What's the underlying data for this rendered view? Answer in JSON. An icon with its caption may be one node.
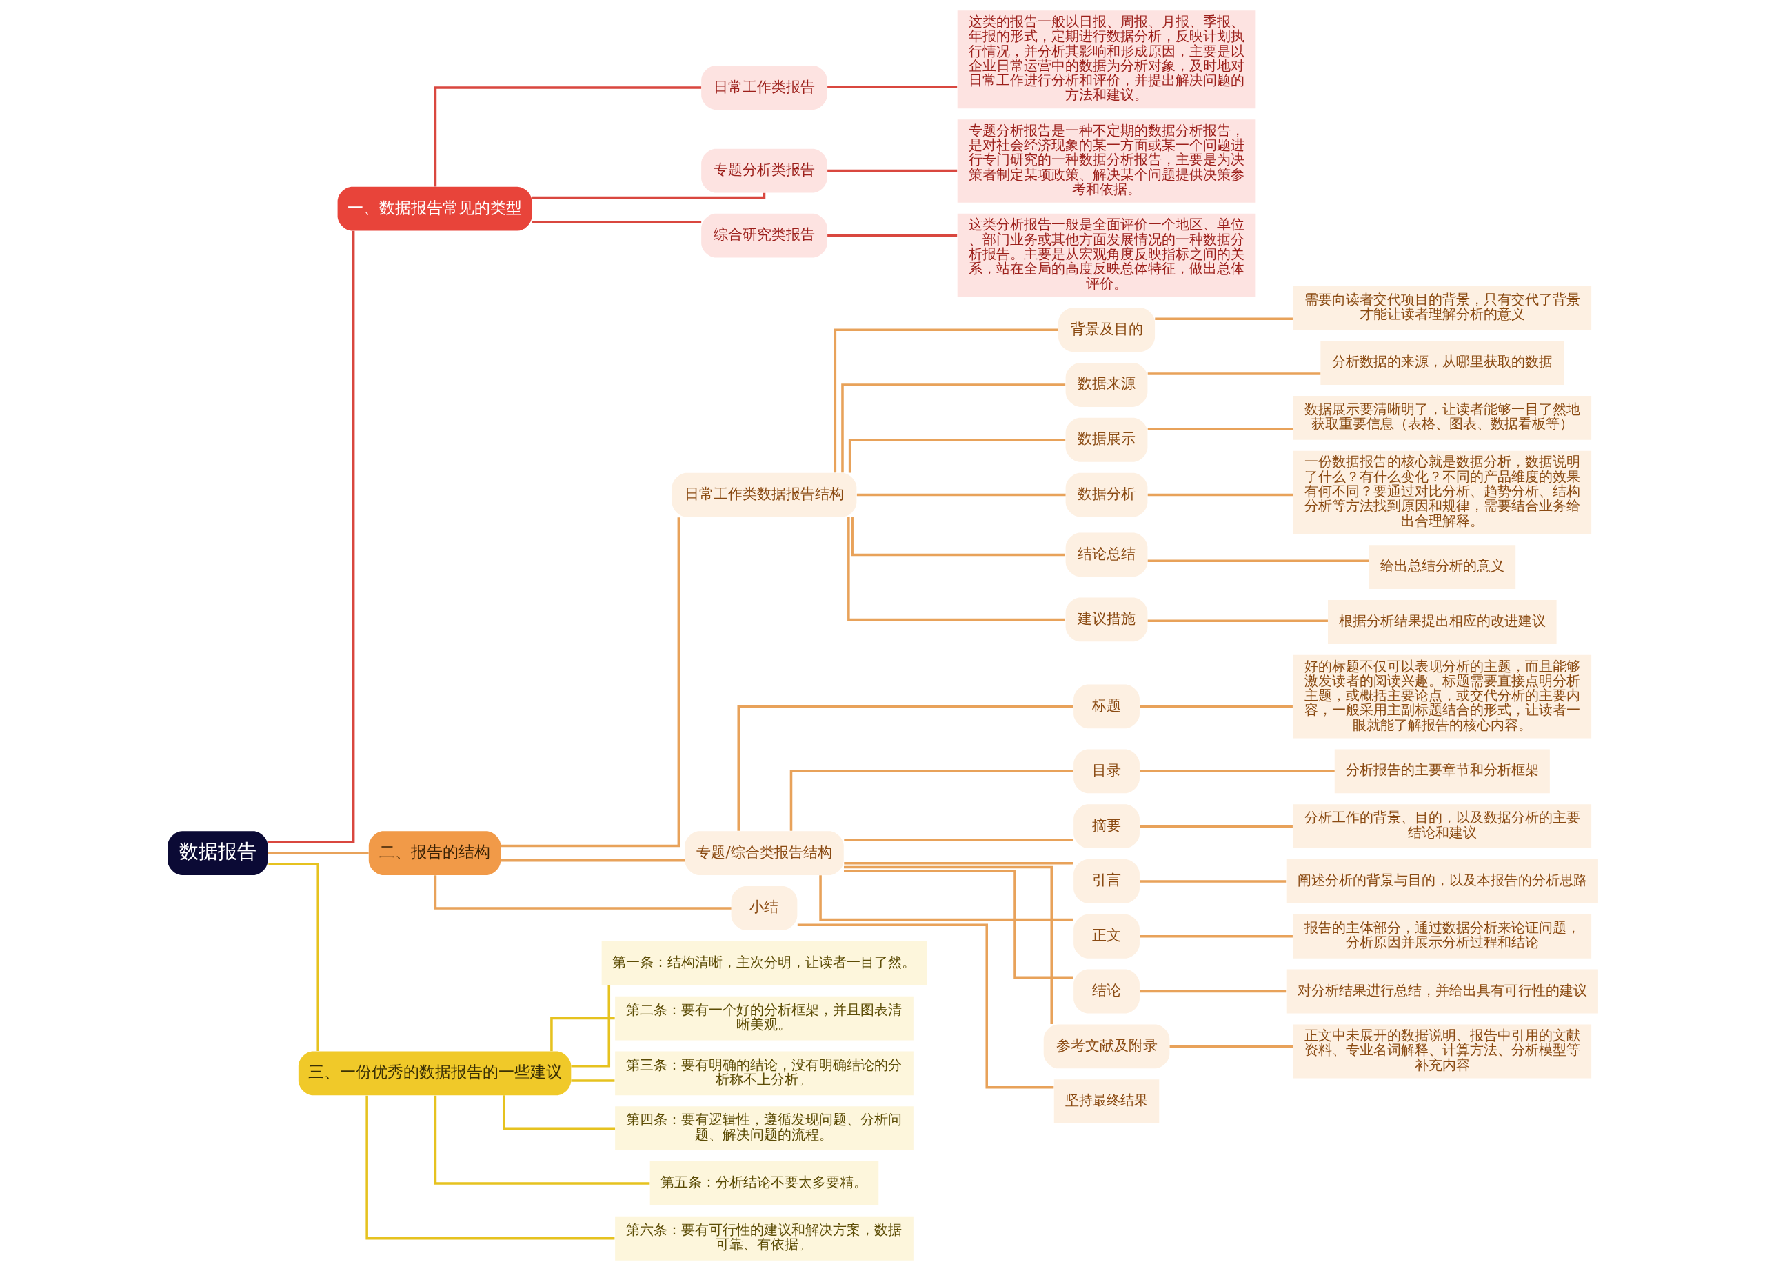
{
  "diagram": {
    "nodes": [
      {
        "text": [
          "数据报告"
        ]
      },
      {
        "text": [
          "一、数据报告常见的类型"
        ]
      },
      {
        "text": [
          "日常工作类报告"
        ]
      },
      {
        "text": [
          "这类的报告一般以日报、周报、月报、季报、年报的形式，定期进行数据分析，反映计划执行情况，并分析其影响和形成原因，主要是以企业日常运营中的数据为分析对象，及时地对日常工作进行分析和评价，并提出解决问题的方法和建议。"
        ]
      },
      {
        "text": [
          "专题分析类报告"
        ]
      },
      {
        "text": [
          "专题分析报告是一种不定期的数据分析报告，是对社会经济现象的某一方面或某一个问题进行专门研究的一种数据分析报告，主要是为决策者制定某项政策、解决某个问题提供决策参考和依据。"
        ]
      },
      {
        "text": [
          "综合研究类报告"
        ]
      },
      {
        "text": [
          "这类分析报告一般是全面评价一个地区、单位、部门业务或其他方面发展情况的一种数据分析报告。主要是从宏观角度反映指标之间的关系，站在全局的高度反映总体特征，做出总体评价。"
        ]
      },
      {
        "text": [
          "二、报告的结构"
        ]
      },
      {
        "text": [
          "日常工作类数据报告结构"
        ]
      },
      {
        "text": [
          "背景及目的"
        ]
      },
      {
        "text": [
          "需要向读者交代项目的背景，只有交代了背景才能让读者理解分析的意义"
        ]
      },
      {
        "text": [
          "数据来源"
        ]
      },
      {
        "text": [
          "分析数据的来源，从哪里获取的数据"
        ]
      },
      {
        "text": [
          "数据展示"
        ]
      },
      {
        "text": [
          "数据展示要清晰明了，让读者能够一目了然地获取重要信息（表格、图表、数据看板等）"
        ]
      },
      {
        "text": [
          "数据分析"
        ]
      },
      {
        "text": [
          "一份数据报告的核心就是数据分析，数据说明了什么？有什么变化？不同的产品维度的效果有何不同？要通过对比分析、趋势分析、结构分析等方法找到原因和规律，需要结合业务给出合理解释。"
        ]
      },
      {
        "text": [
          "结论总结"
        ]
      },
      {
        "text": [
          "给出总结分析的意义"
        ]
      },
      {
        "text": [
          "建议措施"
        ]
      },
      {
        "text": [
          "根据分析结果提出相应的改进建议"
        ]
      },
      {
        "text": [
          "专题/综合类报告结构"
        ]
      },
      {
        "text": [
          "标题"
        ]
      },
      {
        "text": [
          "好的标题不仅可以表现分析的主题，而且能够激发读者的阅读兴趣。标题需要直接点明分析主题，或概括主要论点，或交代分析的主要内容，一般采用主副标题结合的形式，让读者一眼就能了解报告的核心内容。"
        ]
      },
      {
        "text": [
          "目录"
        ]
      },
      {
        "text": [
          "分析报告的主要章节和分析框架"
        ]
      },
      {
        "text": [
          "摘要"
        ]
      },
      {
        "text": [
          "分析工作的背景、目的，以及数据分析的主要结论和建议"
        ]
      },
      {
        "text": [
          "引言"
        ]
      },
      {
        "text": [
          "阐述分析的背景与目的，以及本报告的分析思路"
        ]
      },
      {
        "text": [
          "正文"
        ]
      },
      {
        "text": [
          "报告的主体部分，通过数据分析来论证问题，分析原因并展示分析过程和结论"
        ]
      },
      {
        "text": [
          "结论"
        ]
      },
      {
        "text": [
          "对分析结果进行总结，并给出具有可行性的建议"
        ]
      },
      {
        "text": [
          "参考文献及附录"
        ]
      },
      {
        "text": [
          "正文中未展开的数据说明、报告中引用的文献资料、专业名词解释、计算方法、分析模型等补充内容"
        ]
      },
      {
        "text": [
          "小结"
        ]
      },
      {
        "text": [
          "坚持最终结果"
        ]
      },
      {
        "text": [
          "三、一份优秀的数据报告的一些建议"
        ]
      },
      {
        "text": [
          "第一条：结构清晰，主次分明，让读者一目了然。"
        ]
      },
      {
        "text": [
          "第二条：要有一个好的分析框架，并且图表清晰美观。"
        ]
      },
      {
        "text": [
          "第三条：要有明确的结论，没有明确结论的分析称不上分析。"
        ]
      },
      {
        "text": [
          "第四条：要有逻辑性，遵循发现问题、分析问题、解决问题的流程。"
        ]
      },
      {
        "text": [
          "第五条：分析结论不要太多要精。"
        ]
      },
      {
        "text": [
          "第六条：要有可行性的建议和解决方案，数据可靠、有依据。"
        ]
      }
    ],
    "edges": [
      {
        "from": 0,
        "to": 1,
        "arrow": "none",
        "color": "#d9473f"
      },
      {
        "from": 1,
        "to": 2,
        "arrow": "none",
        "color": "#d9473f"
      },
      {
        "from": 2,
        "to": 3,
        "arrow": "none",
        "color": "#d9473f"
      },
      {
        "from": 1,
        "to": 4,
        "arrow": "none",
        "color": "#d9473f"
      },
      {
        "from": 4,
        "to": 5,
        "arrow": "none",
        "color": "#d9473f"
      },
      {
        "from": 1,
        "to": 6,
        "arrow": "none",
        "color": "#d9473f"
      },
      {
        "from": 6,
        "to": 7,
        "arrow": "none",
        "color": "#d9473f"
      },
      {
        "from": 0,
        "to": 8,
        "arrow": "none"
      },
      {
        "from": 8,
        "to": 9,
        "arrow": "none"
      },
      {
        "from": 9,
        "to": 10,
        "arrow": "none"
      },
      {
        "from": 10,
        "to": 11,
        "arrow": "none"
      },
      {
        "from": 9,
        "to": 12,
        "arrow": "none"
      },
      {
        "from": 12,
        "to": 13,
        "arrow": "none"
      },
      {
        "from": 9,
        "to": 14,
        "arrow": "none"
      },
      {
        "from": 14,
        "to": 15,
        "arrow": "none"
      },
      {
        "from": 9,
        "to": 16,
        "arrow": "none"
      },
      {
        "from": 16,
        "to": 17,
        "arrow": "none"
      },
      {
        "from": 9,
        "to": 18,
        "arrow": "none"
      },
      {
        "from": 18,
        "to": 19,
        "arrow": "none"
      },
      {
        "from": 9,
        "to": 20,
        "arrow": "none"
      },
      {
        "from": 20,
        "to": 21,
        "arrow": "none"
      },
      {
        "from": 8,
        "to": 22,
        "arrow": "none"
      },
      {
        "from": 22,
        "to": 23,
        "arrow": "none"
      },
      {
        "from": 23,
        "to": 24,
        "arrow": "none"
      },
      {
        "from": 22,
        "to": 25,
        "arrow": "none"
      },
      {
        "from": 25,
        "to": 26,
        "arrow": "none"
      },
      {
        "from": 22,
        "to": 27,
        "arrow": "none"
      },
      {
        "from": 27,
        "to": 28,
        "arrow": "none"
      },
      {
        "from": 22,
        "to": 29,
        "arrow": "none"
      },
      {
        "from": 29,
        "to": 30,
        "arrow": "none"
      },
      {
        "from": 22,
        "to": 31,
        "arrow": "none"
      },
      {
        "from": 31,
        "to": 32,
        "arrow": "none"
      },
      {
        "from": 22,
        "to": 33,
        "arrow": "none"
      },
      {
        "from": 33,
        "to": 34,
        "arrow": "none"
      },
      {
        "from": 22,
        "to": 35,
        "arrow": "none"
      },
      {
        "from": 35,
        "to": 36,
        "arrow": "none"
      },
      {
        "from": 8,
        "to": 37,
        "arrow": "none"
      },
      {
        "from": 37,
        "to": 38,
        "arrow": "none"
      },
      {
        "from": 0,
        "to": 39,
        "arrow": "none",
        "color": "#e6c21f"
      },
      {
        "from": 39,
        "to": 40,
        "arrow": "none",
        "color": "#e6c21f"
      },
      {
        "from": 39,
        "to": 41,
        "arrow": "none",
        "color": "#e6c21f"
      },
      {
        "from": 39,
        "to": 42,
        "arrow": "none",
        "color": "#e6c21f"
      },
      {
        "from": 39,
        "to": 43,
        "arrow": "none",
        "color": "#e6c21f"
      },
      {
        "from": 39,
        "to": 44,
        "arrow": "none",
        "color": "#e6c21f"
      },
      {
        "from": 39,
        "to": 45,
        "arrow": "none",
        "color": "#e6c21f"
      }
    ]
  }
}
